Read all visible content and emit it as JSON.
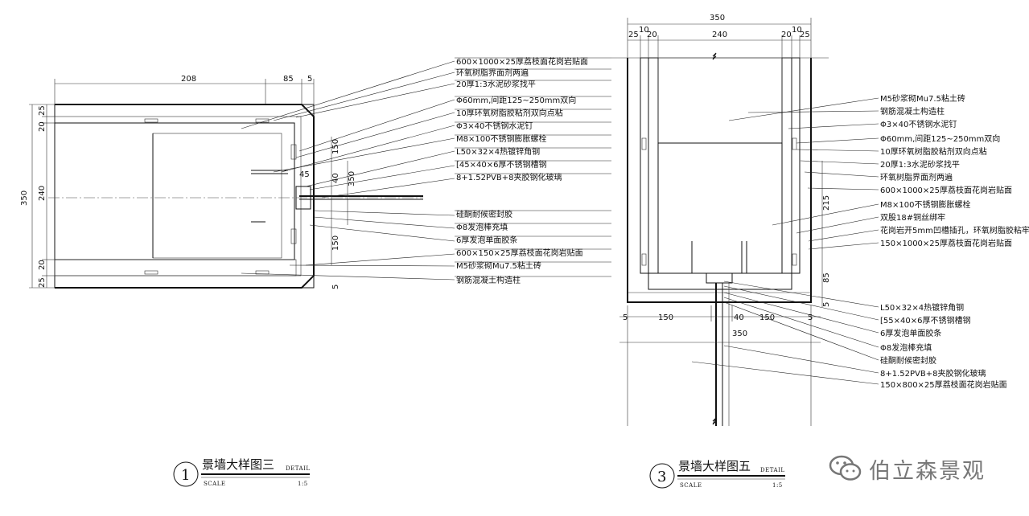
{
  "detail1": {
    "circle_num": "1",
    "title": "景墙大样图三",
    "detail_label": "DETAIL",
    "scale_label": "SCALE",
    "scale": "1:5",
    "dims_top": [
      "208",
      "85",
      "5"
    ],
    "dims_left": [
      "25",
      "20",
      "240",
      "20",
      "25"
    ],
    "dim_left_total": "350",
    "dims_right": [
      "150",
      "45",
      "40",
      "350",
      "150",
      "5"
    ],
    "callouts_top": [
      "600×1000×25厚荔枝面花岗岩贴面",
      "环氧树脂界面剂两遍",
      "20厚1:3水泥砂浆找平",
      "Φ60mm,间距125~250mm双向",
      "10厚环氧树脂胶粘剂双向点粘",
      "Φ3×40不锈钢水泥钉",
      "M8×100不锈钢膨胀螺栓",
      "L50×32×4热镀锌角钢",
      "[45×40×6厚不锈钢槽钢",
      "8+1.52PVB+8夹胶钢化玻璃"
    ],
    "callouts_bottom": [
      "硅酮耐候密封胶",
      "Φ8发泡棒充填",
      "6厚发泡单面胶条",
      "600×150×25厚荔枝面花岗岩贴面",
      "M5砂浆砌Mu7.5粘土砖",
      "钢筋混凝土构造柱"
    ]
  },
  "detail3": {
    "circle_num": "3",
    "title": "景墙大样图五",
    "detail_label": "DETAIL",
    "scale_label": "SCALE",
    "scale": "1:5",
    "dim_top_total": "350",
    "dims_top": [
      "25",
      "10",
      "20",
      "240",
      "20",
      "10",
      "25"
    ],
    "dims_bottom": [
      "5",
      "150",
      "40",
      "150",
      "5"
    ],
    "dim_bottom_total": "350",
    "dims_right": [
      "215",
      "85",
      "5"
    ],
    "callouts_right": [
      "M5砂浆砌Mu7.5粘土砖",
      "钢筋混凝土构造柱",
      "Φ3×40不锈钢水泥钉",
      "Φ60mm,间距125~250mm双向",
      "10厚环氧树脂胶粘剂双向点粘",
      "20厚1:3水泥砂浆找平",
      "环氧树脂界面剂两遍",
      "600×1000×25厚荔枝面花岗岩贴面",
      "M8×100不锈钢膨胀螺栓",
      "双股18#铜丝绑牢",
      "花岗岩开5mm凹槽插孔，环氧树脂胶粘牢",
      "150×1000×25厚荔枝面花岗岩贴面"
    ],
    "callouts_bottom": [
      "L50×32×4热镀锌角钢",
      "[55×40×6厚不锈钢槽钢",
      "6厚发泡单面胶条",
      "Φ8发泡棒充填",
      "硅酮耐候密封胶",
      "8+1.52PVB+8夹胶钢化玻璃",
      "150×800×25厚荔枝面花岗岩贴面"
    ]
  },
  "watermark": {
    "text": "伯立森景观",
    "icon": "wechat-icon",
    "color": "#777777"
  }
}
